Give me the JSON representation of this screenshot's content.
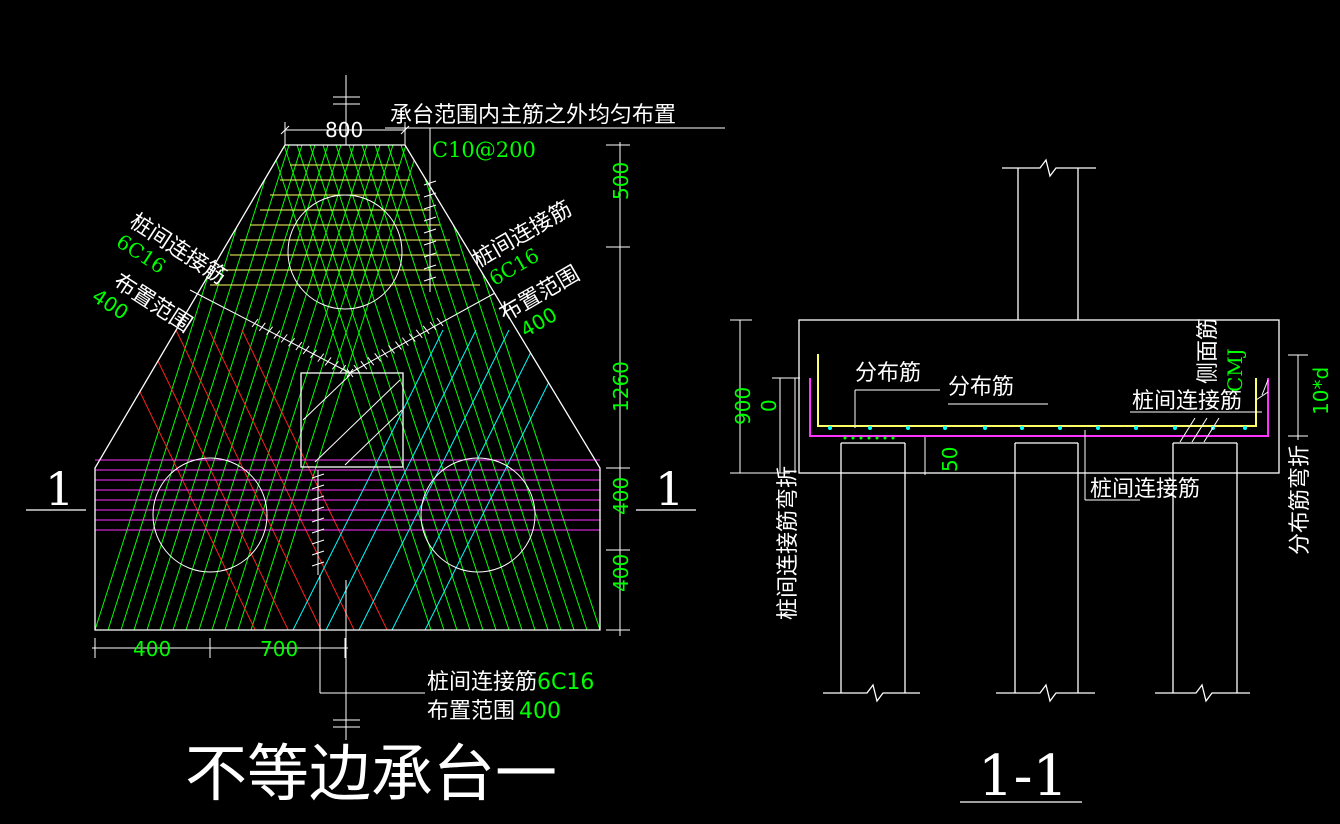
{
  "left_view": {
    "title": "不等边承台一",
    "note_top": "承台范围内主筋之外均匀布置",
    "note_top_spec": "C10@200",
    "dim_top": "800",
    "dim_right": [
      "500",
      "1260",
      "400",
      "400"
    ],
    "dim_bottom": [
      "400",
      "700"
    ],
    "left_link_label": "桩间连接筋",
    "left_link_spec": "6C16",
    "left_range_label": "布置范围",
    "left_range_spec": "400",
    "right_link_label": "桩间连接筋",
    "right_link_spec": "6C16",
    "right_range_label": "布置范围",
    "right_range_spec": "400",
    "bottom_link_label": "桩间连接筋",
    "bottom_link_spec": "6C16",
    "bottom_range_label": "布置范围",
    "bottom_range_spec": "400",
    "section_mark_left": "1",
    "section_mark_right": "1"
  },
  "section_view": {
    "title": "1-1",
    "dist_bar_1": "分布筋",
    "dist_bar_2": "分布筋",
    "side_bar": "侧面筋",
    "side_bar_spec": "CMJ",
    "link_bar_1": "桩间连接筋",
    "link_bar_2": "桩间连接筋",
    "link_bend": "桩间连接筋弯折",
    "dist_bend": "分布筋弯折",
    "dim_height": "900",
    "dim_zero": "0",
    "dim_cover": "50",
    "dim_bend": "10*d"
  },
  "colors": {
    "background": "#000000",
    "line": "#ffffff",
    "dim_text": "#00ff00",
    "green_rebar": "#00ff00",
    "yellow_rebar": "#ffff66",
    "magenta_rebar": "#ff33ff",
    "red_rebar": "#ff2020",
    "cyan_rebar": "#00ffff"
  }
}
